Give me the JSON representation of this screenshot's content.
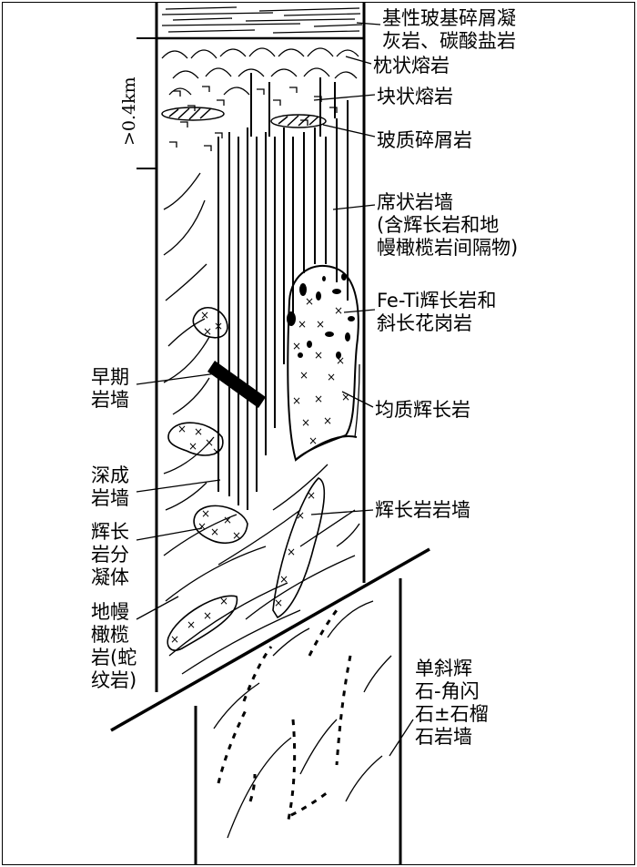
{
  "scale": {
    "label": ">0.4km"
  },
  "labels": {
    "basic_sediments": "基性玻基碎屑凝\n灰岩、碳酸盐岩",
    "pillow_lava": "枕状熔岩",
    "massive_lava": "块状熔岩",
    "hyaloclastite": "玻质碎屑岩",
    "sheeted_dikes": "席状岩墙\n(含辉长岩和地\n幔橄榄岩间隔物)",
    "fe_ti_gabbro": "Fe-Ti辉长岩和\n斜长花岗岩",
    "isotropic_gabbro": "均质辉长岩",
    "gabbro_dikes": "辉长岩岩墙",
    "early_dike": "早期\n岩墙",
    "deep_dike": "深成\n岩墙",
    "gabbro_segregation": "辉长\n岩分\n凝体",
    "mantle_peridotite": "地幔\n橄榄\n岩(蛇\n纹岩)",
    "pyroxene_dikes": "单斜辉\n石-角闪\n石±石榴\n石岩墙"
  },
  "colors": {
    "line": "#000000",
    "background": "#ffffff"
  }
}
